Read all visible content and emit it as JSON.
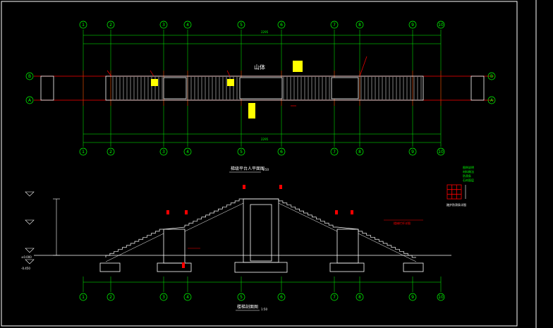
{
  "colors": {
    "background": "#000000",
    "frame": "#ffffff",
    "axis_bubble": "#00ff00",
    "dimension": "#00ff00",
    "axis_line": "#ff0000",
    "structure": "#ffffff",
    "tread_fill": "#ffffff",
    "highlight": "#ffff00",
    "leader": "#ff0000",
    "level_text": "#00ff00",
    "note_text": "#00ff00"
  },
  "plan": {
    "column_axes": [
      "1",
      "2",
      "3",
      "4",
      "5",
      "6",
      "7",
      "8",
      "9",
      "10"
    ],
    "row_axes": [
      "B",
      "A"
    ],
    "center_label": "山体",
    "dims_top_total": "2295",
    "dims_bottom_total": "2295",
    "caption": "梯级平台人平面图",
    "caption_scale": "1:50"
  },
  "section": {
    "column_axes": [
      "1",
      "2",
      "3",
      "4",
      "5",
      "6",
      "7",
      "8",
      "9",
      "10"
    ],
    "caption": "楼梯剖面图",
    "caption_scale": "1:50",
    "left_levels": [
      "±0.000",
      "-0.450"
    ],
    "note_detail": "楼梯栏杆详图"
  },
  "legend": {
    "lines": [
      "图例说明",
      "材料做法",
      "防滑条",
      "石材面层"
    ],
    "swatch_label": "踏步防滑条详图"
  }
}
